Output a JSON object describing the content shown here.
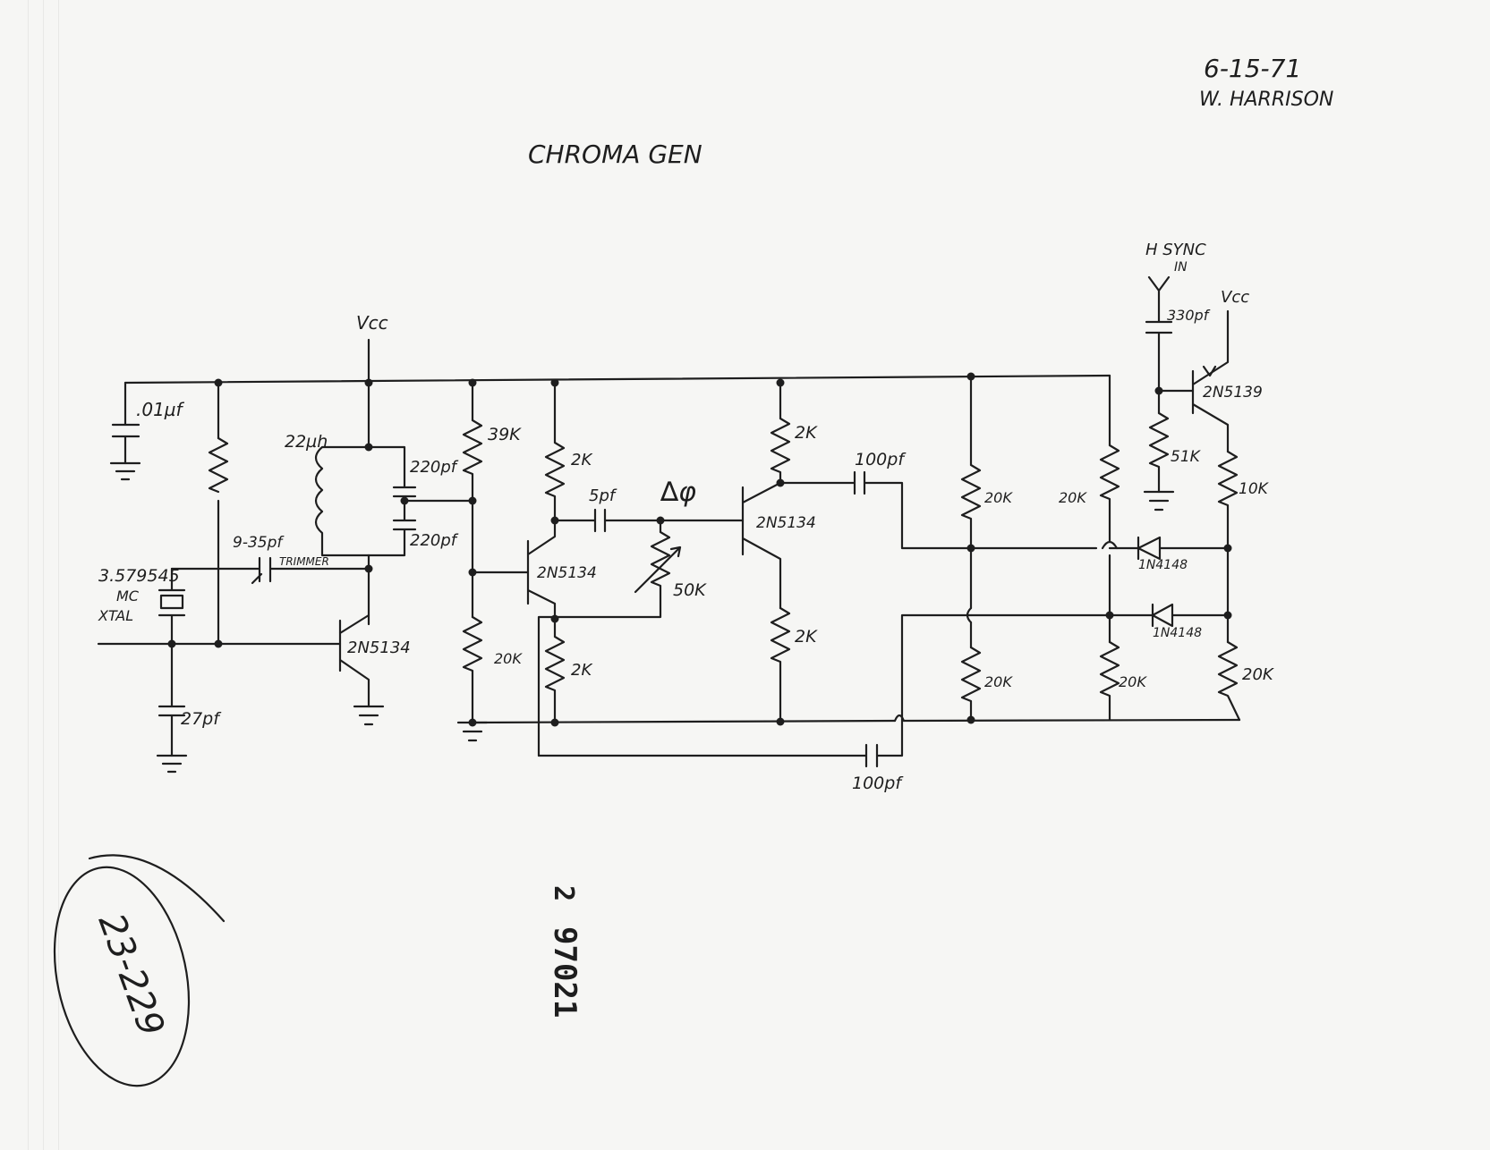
{
  "header": {
    "date": "6-15-71",
    "author": "W. HARRISON",
    "title": "CHROMA GEN"
  },
  "labels": {
    "vcc_main": "Vcc",
    "vcc_sync": "Vcc",
    "hsync_line1": "H SYNC",
    "hsync_line2": "IN",
    "cap_bypass": ".01µf",
    "inductor": "22µh",
    "cap_tank_top": "220pf",
    "cap_tank_bottom": "220pf",
    "trimmer_value": "9-35pf",
    "trimmer_word": "TRIMMER",
    "xtal_freq": "3.579545",
    "xtal_unit": "MC",
    "xtal_word": "XTAL",
    "cap_27": "27pf",
    "q_osc": "2N5134",
    "r_39k": "39K",
    "r_20k_bias": "20K",
    "r_2k_coll": "2K",
    "r_2k_emit": "2K",
    "q_amp": "2N5134",
    "cap_5pf": "5pf",
    "delta_phi": "∆φ",
    "pot_50k": "50K",
    "r_2k_top": "2K",
    "q_buf": "2N5134",
    "r_2k_bot": "2K",
    "cap_100pf_top": "100pf",
    "cap_100pf_bottom": "100pf",
    "r_20k_a": "20K",
    "r_20k_b": "20K",
    "r_20k_c": "20K",
    "r_20k_d": "20K",
    "r_20k_e": "20K",
    "cap_330": "330pf",
    "q_sync": "2N5139",
    "r_51k": "51K",
    "r_10k": "10K",
    "diode_top": "1N4148",
    "diode_bottom": "1N4148"
  },
  "stamp": {
    "digit": "2",
    "number": "97021"
  },
  "handwritten_note": "23-229"
}
